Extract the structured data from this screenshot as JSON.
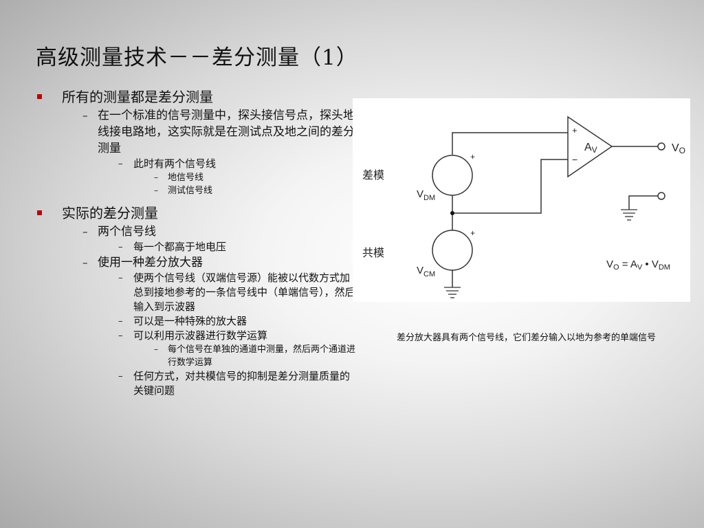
{
  "slide": {
    "title": "高级测量技术－－差分测量（1）",
    "bullets": [
      {
        "text": "所有的测量都是差分测量",
        "children": [
          {
            "text": "在一个标准的信号测量中，探头接信号点，探头地线接电路地，这实际就是在测试点及地之间的差分测量",
            "children": [
              {
                "text": "此时有两个信号线",
                "children": [
                  "地信号线",
                  "测试信号线"
                ]
              }
            ]
          }
        ]
      },
      {
        "text": "实际的差分测量",
        "children": [
          {
            "text": "两个信号线",
            "children": [
              {
                "text": "每一个都高于地电压",
                "children": []
              }
            ]
          },
          {
            "text": "使用一种差分放大器",
            "children": [
              {
                "text": "使两个信号线（双端信号源）能被以代数方式加总到接地参考的一条信号线中（单端信号），然后输入到示波器",
                "children": []
              },
              {
                "text": "可以是一种特殊的放大器",
                "children": []
              },
              {
                "text": "可以利用示波器进行数学运算",
                "children": [
                  "每个信号在单独的通道中测量，然后两个通道进行数学运算"
                ]
              },
              {
                "text": "任何方式，对共模信号的抑制是差分测量质量的关键问题",
                "children": []
              }
            ]
          }
        ]
      }
    ]
  },
  "diagram": {
    "differential_label": "差模",
    "common_label": "共模",
    "amp_plus": "+",
    "amp_minus": "−",
    "gain_main": "A",
    "gain_sub": "V",
    "source_plus": "+",
    "vdm_main": "V",
    "vdm_sub": "DM",
    "vcm_main": "V",
    "vcm_sub": "CM",
    "vo_main": "V",
    "vo_sub": "O",
    "formula": {
      "lhs_main": "V",
      "lhs_sub": "O",
      "eq": " = ",
      "av_main": "A",
      "av_sub": "V",
      "dot": " • ",
      "vdm_main": "V",
      "vdm_sub": "DM"
    }
  },
  "caption": "差分放大器具有两个信号线，它们差分输入以地为参考的单端信号"
}
